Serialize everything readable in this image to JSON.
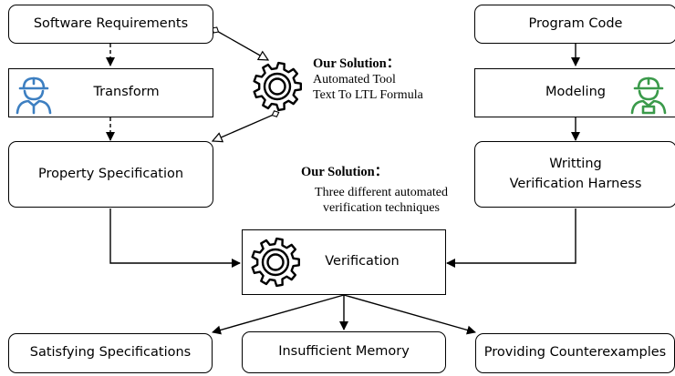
{
  "nodes": {
    "software_requirements": "Software Requirements",
    "transform": "Transform",
    "property_specification": "Property Specification",
    "program_code": "Program Code",
    "modeling": "Modeling",
    "writing_harness_line1": "Writting",
    "writing_harness_line2": "Verification Harness",
    "verification": "Verification",
    "satisfying_specifications": "Satisfying Specifications",
    "insufficient_memory": "Insufficient Memory",
    "providing_counterexamples": "Providing Counterexamples"
  },
  "solution_1": {
    "heading": "Our Solution：",
    "line1": "Automated Tool",
    "line2": "Text To LTL Formula"
  },
  "solution_2": {
    "heading": "Our Solution：",
    "line1": "Three different automated",
    "line2": "verification techniques"
  },
  "icons": {
    "transform": "engineer-icon",
    "modeling": "engineer-icon",
    "tool": "gear-icon",
    "verification": "gear-icon"
  },
  "colors": {
    "transform_icon": "#3d7fc1",
    "modeling_icon": "#3a9a4a",
    "line": "#000000"
  }
}
